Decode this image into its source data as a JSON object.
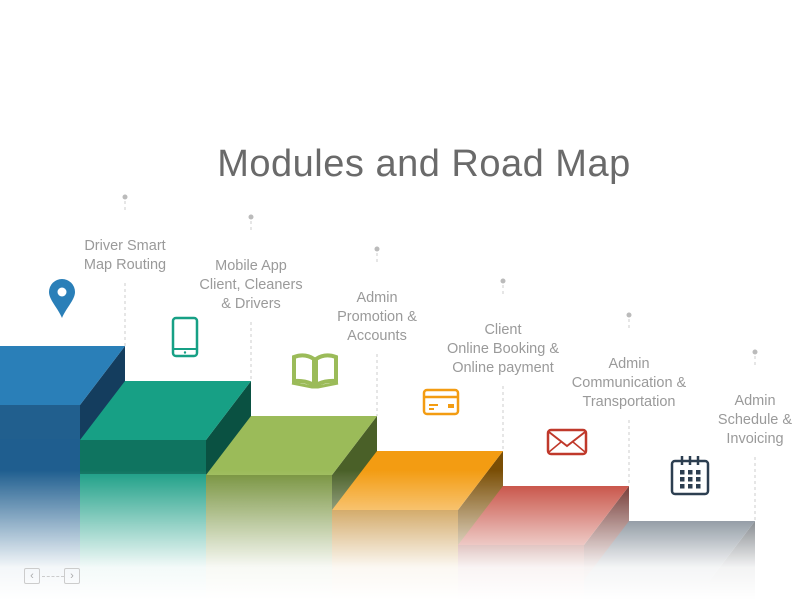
{
  "title": "Modules and Road Map",
  "modules": [
    {
      "lines": [
        "Driver Smart",
        "Map Routing"
      ],
      "icon": "map-pin-icon",
      "color": "#2a7fb8"
    },
    {
      "lines": [
        "Mobile App",
        "Client, Cleaners",
        "& Drivers"
      ],
      "icon": "smartphone-icon",
      "color": "#17a085"
    },
    {
      "lines": [
        "Admin",
        "Promotion &",
        "Accounts"
      ],
      "icon": "open-book-icon",
      "color": "#9bbb59"
    },
    {
      "lines": [
        "Client",
        "Online Booking &",
        "Online payment"
      ],
      "icon": "credit-card-icon",
      "color": "#f39c12"
    },
    {
      "lines": [
        "Admin",
        "Communication &",
        "Transportation"
      ],
      "icon": "envelope-icon",
      "color": "#c0392b"
    },
    {
      "lines": [
        "Admin",
        "Schedule &",
        "Invoicing"
      ],
      "icon": "calendar-icon",
      "color": "#2c3e50"
    }
  ],
  "nav": {
    "prev": "‹",
    "next": "›"
  }
}
